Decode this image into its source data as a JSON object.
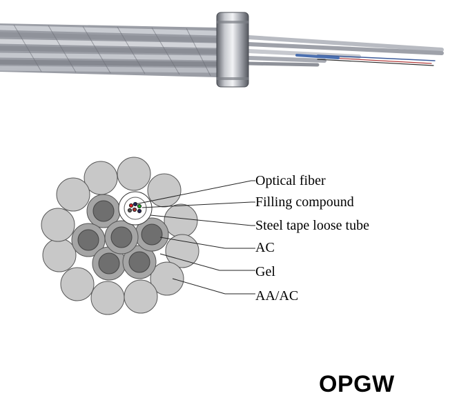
{
  "image": {
    "photo": "cable-photo",
    "diagram": "cable-cross-section"
  },
  "labels": {
    "optical_fiber": "Optical fiber",
    "filling_compound": "Filling compound",
    "steel_tape_loose_tube": "Steel tape loose tube",
    "ac": "AC",
    "gel": "Gel",
    "aa_ac": "AA/AC"
  },
  "title": "OPGW",
  "colors": {
    "outer_strand": "#c8c8c8",
    "inner_ring": "#a5a5a5",
    "ac_core": "#6f6f6f",
    "background": "#ffffff"
  }
}
